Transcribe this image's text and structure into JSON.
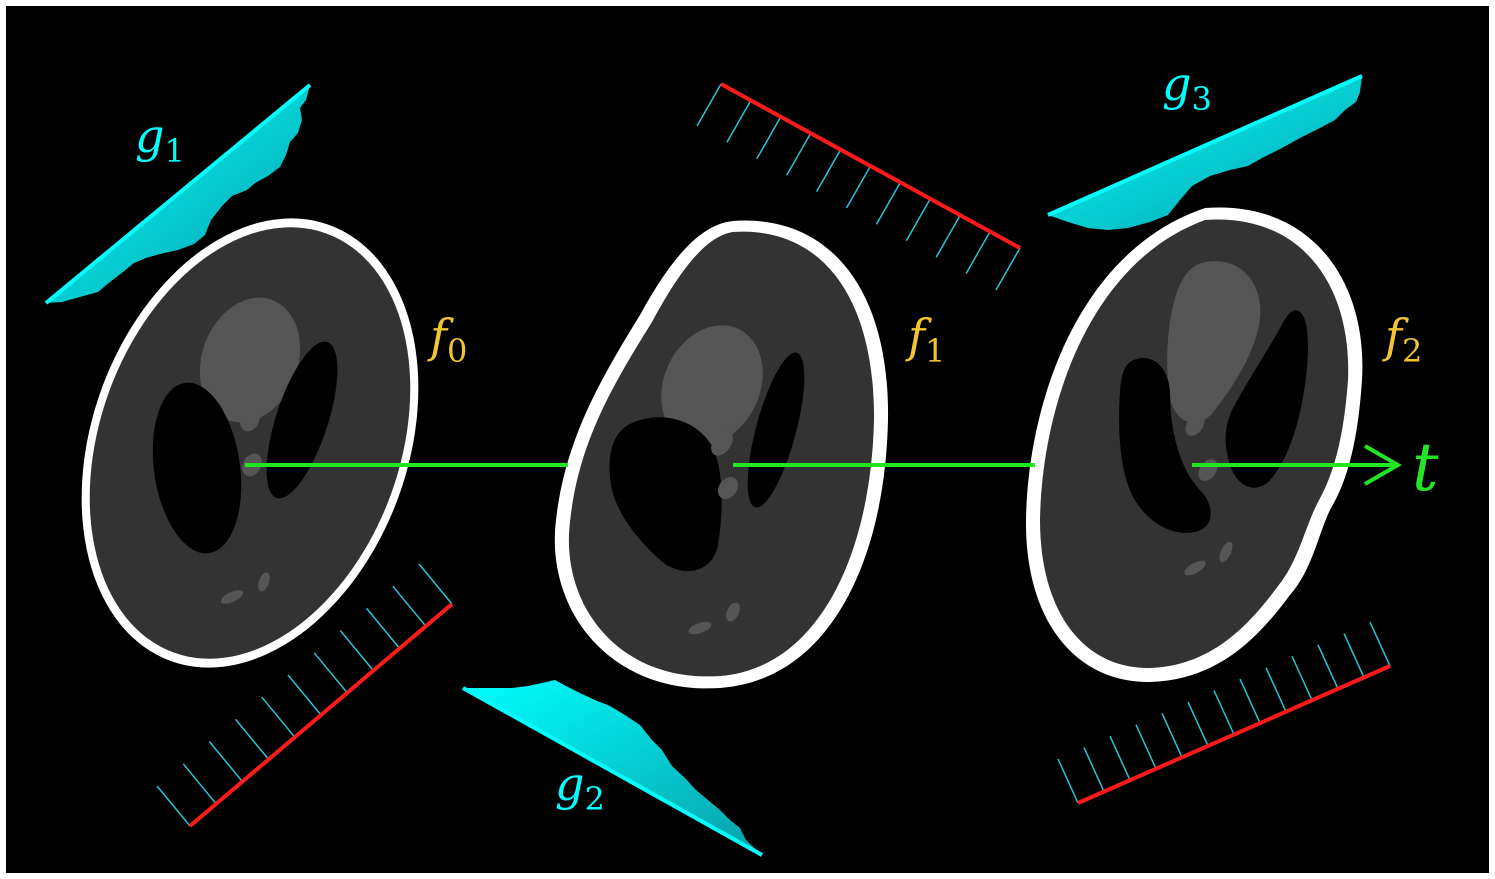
{
  "colors": {
    "background": "#000000",
    "frame_border": "#ffffff",
    "phantom_body": "#333333",
    "phantom_rim": "#ffffff",
    "feature_light": "#555555",
    "feature_dark": "#000000",
    "axis": "#22e622",
    "projection": "#00ffff",
    "detector": "#ff1a1a",
    "ray": "#26c6d8",
    "function_label": "#f4c430"
  },
  "labels": {
    "f0": {
      "base": "f",
      "sub": "0"
    },
    "f1": {
      "base": "f",
      "sub": "1"
    },
    "f2": {
      "base": "f",
      "sub": "2"
    },
    "g1": {
      "base": "g",
      "sub": "1"
    },
    "g2": {
      "base": "g",
      "sub": "2"
    },
    "g3": {
      "base": "g",
      "sub": "3"
    },
    "time_axis": "t"
  },
  "icons": {
    "time_arrow": "arrowhead-icon"
  }
}
